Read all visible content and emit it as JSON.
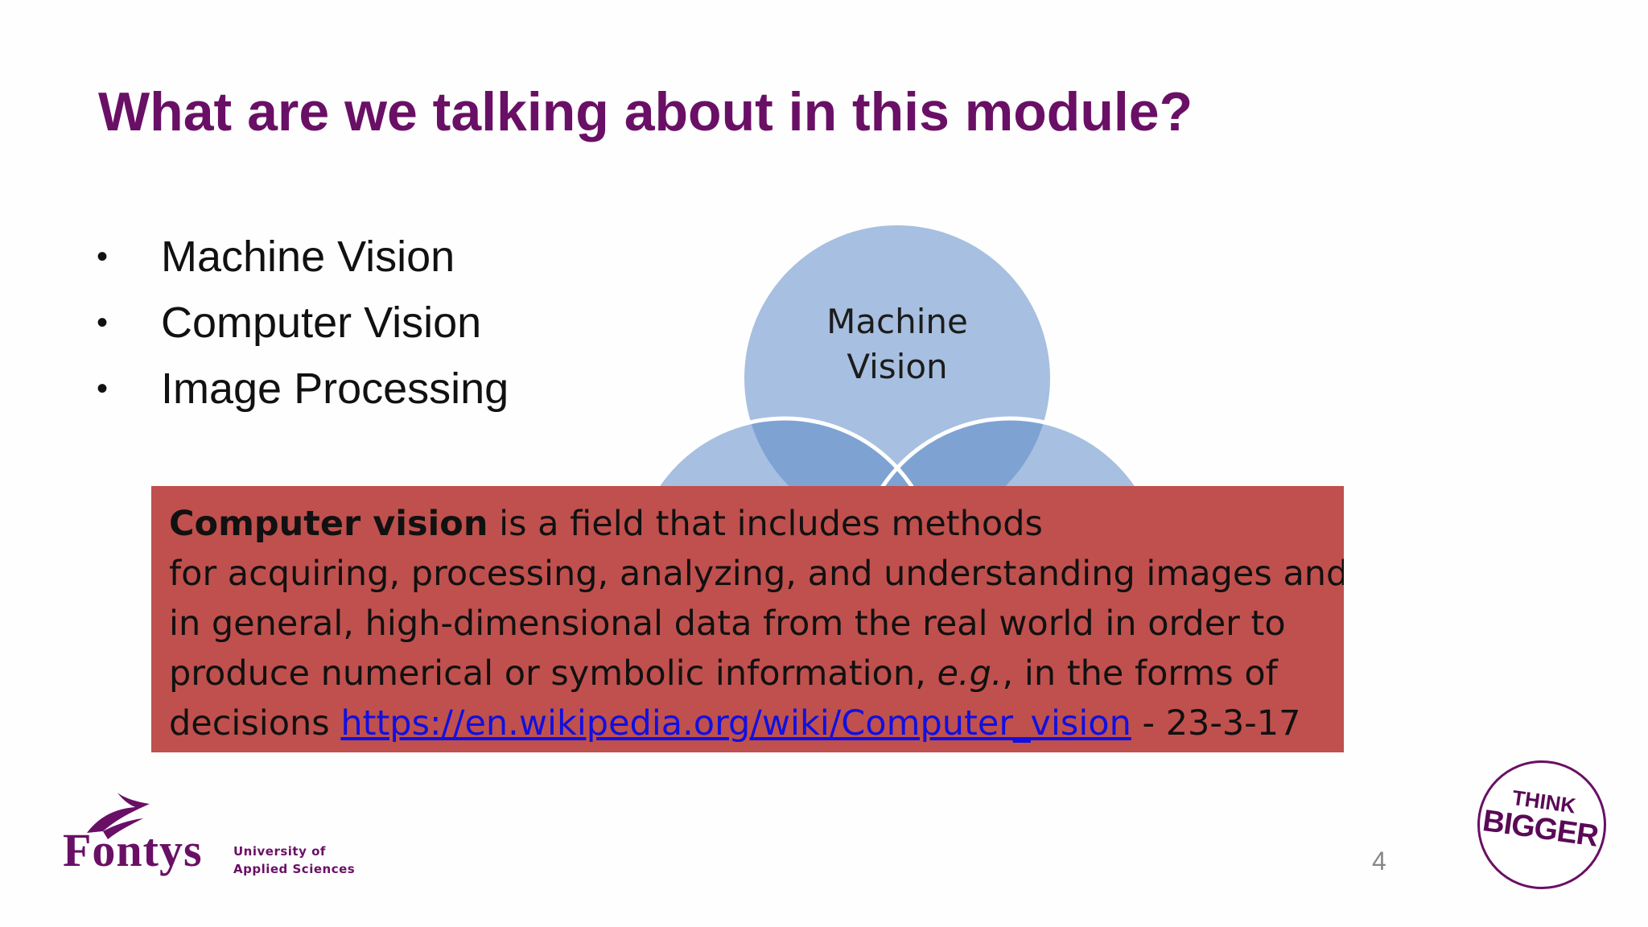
{
  "slide": {
    "title": "What are we talking about in this module?",
    "bullets": [
      "Machine Vision",
      "Computer Vision",
      "Image Processing"
    ],
    "bullet_glyph": "•",
    "venn": {
      "top_circle_label": [
        "Machine",
        "Vision"
      ],
      "circle_color": "#a7bfe0",
      "overlap_color": "#7aa0d0"
    },
    "definition": {
      "term": "Computer vision",
      "line1_rest": " is a field that includes methods",
      "line2": "for acquiring, processing, analyzing, and understanding images and,",
      "line3": "in general, high-dimensional data from the real world in order to",
      "line4_pre": "produce numerical or symbolic information, ",
      "line4_eg": "e.g.",
      "line4_post": ", in the forms of",
      "line5_pre": "decisions ",
      "link": "https://en.wikipedia.org/wiki/Computer_vision",
      "line5_post": " - 23-3-17",
      "background": "#c0504d"
    },
    "logo": {
      "name": "Fontys",
      "subtitle": [
        "University of",
        "Applied Sciences"
      ]
    },
    "page_number": "4",
    "badge": [
      "THINK",
      "BIGGER"
    ],
    "brand_color": "#6a0f66"
  }
}
